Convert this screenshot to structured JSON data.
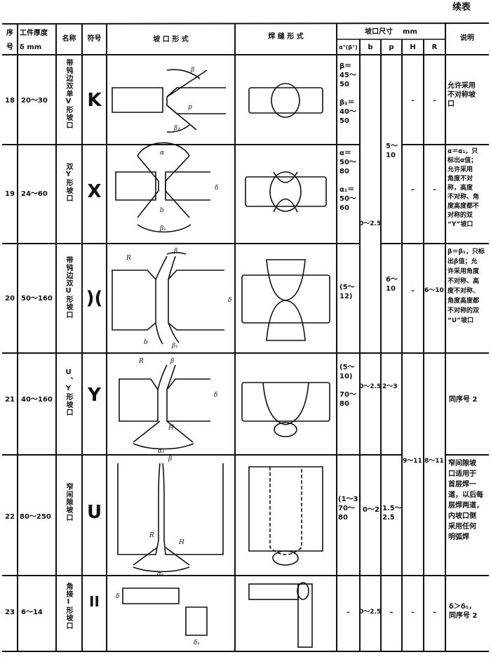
{
  "page_title": "续表",
  "header": {
    "seq": "序\n号",
    "thickness": "工件厚度\nδ  mm",
    "name": "名称",
    "symbol": "符号",
    "groove_form": "坡 口 形 式",
    "weld_form": "焊 缝 形 式",
    "groove_dims": "坡口尺寸    mm",
    "alpha": "α°(β°)",
    "b": "b",
    "p": "p",
    "H": "H",
    "R": "R",
    "remark": "说明"
  },
  "rows": [
    {
      "seq": "18",
      "thickness": "20～30",
      "name": "带钝边双单V形坡口",
      "symbol": "K",
      "alpha": "β＝\n45～\n50\n\nβ₁＝\n40～\n50",
      "H": "–",
      "R": "–",
      "remark": "允许采用\n不对称坡\n口"
    },
    {
      "seq": "19",
      "thickness": "24～60",
      "name": "双Y形坡口",
      "symbol": "X",
      "alpha": "α＝\n50～\n80\n\nα₁＝\n50～\n60",
      "H": "–",
      "R": "–",
      "remark": "α＝α₁，只\n标出α值；\n允许采用\n角度不对\n称，高度\n不对称、角\n度高度都不\n对称的双\n“Y”坡口"
    },
    {
      "seq": "20",
      "thickness": "50～160",
      "name": "带钝边双U形坡口",
      "symbol": ")(",
      "alpha": "(5～\n12)",
      "p": "6～\n10",
      "H": "–",
      "R": "6～10",
      "remark": "β＝β₁，只标\n出β值；允\n许采用角度\n不对称、高\n度不对称、\n角度高度都\n不对称的双\n“U”坡口"
    },
    {
      "seq": "21",
      "thickness": "40～160",
      "name": "U、Y形坡口",
      "symbol": "Y",
      "alpha": "(5～\n10)\n\n70～\n80",
      "b": "0～2.5",
      "p": "2～3",
      "remark": "同序号 2"
    },
    {
      "seq": "22",
      "thickness": "80～250",
      "name": "窄间隙坡口",
      "symbol": "U",
      "alpha": "(1～3)\n70～\n80",
      "b": "0～2",
      "p": "1.5～\n2.5",
      "remark": "窄间隙坡\n口适用于\n首层焊一\n道，以后每\n层焊两道，\n内坡口侧\n采用任何\n明弧焊"
    },
    {
      "seq": "23",
      "thickness": "6～14",
      "name": "角接I形坡口",
      "symbol": "II",
      "alpha": "–",
      "b": "0～2.5",
      "p": "–",
      "H": "–",
      "R": "–",
      "remark": "δ＞δ₁，\n同序号 2"
    }
  ],
  "merged": {
    "b_18_20": "0～2.5",
    "p_18_19": "5～\n10",
    "H_21_22": "9～11",
    "R_21_22": "8～11"
  },
  "drawing_labels": {
    "beta": "β",
    "beta1": "β₁",
    "alpha": "α",
    "alpha1": "α₁",
    "b": "b",
    "p": "p",
    "delta": "δ",
    "R": "R",
    "H": "H",
    "delta1": "δ₁"
  }
}
